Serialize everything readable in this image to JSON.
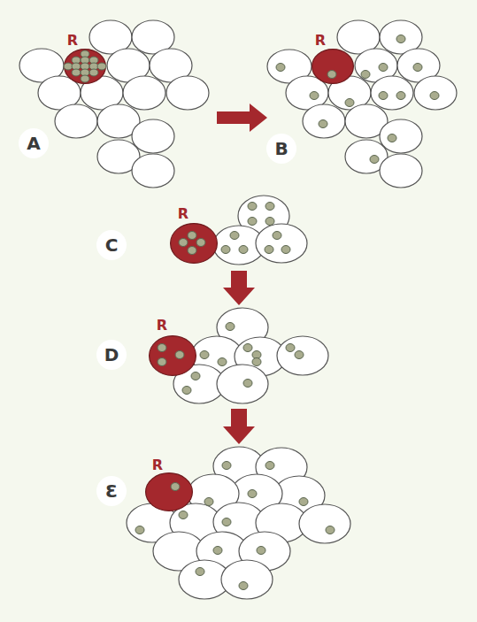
{
  "diagram": {
    "nodes": [
      {
        "text": [
          "R"
        ]
      },
      {
        "text": [
          "R"
        ]
      },
      {
        "text": [
          "A"
        ]
      },
      {
        "text": [
          "B"
        ]
      },
      {
        "text": [
          "R"
        ]
      },
      {
        "text": [
          "C"
        ]
      },
      {
        "text": [
          "R"
        ]
      },
      {
        "text": [
          "D"
        ]
      },
      {
        "text": [
          "R"
        ]
      },
      {
        "text": [
          "Ɛ"
        ]
      }
    ]
  }
}
